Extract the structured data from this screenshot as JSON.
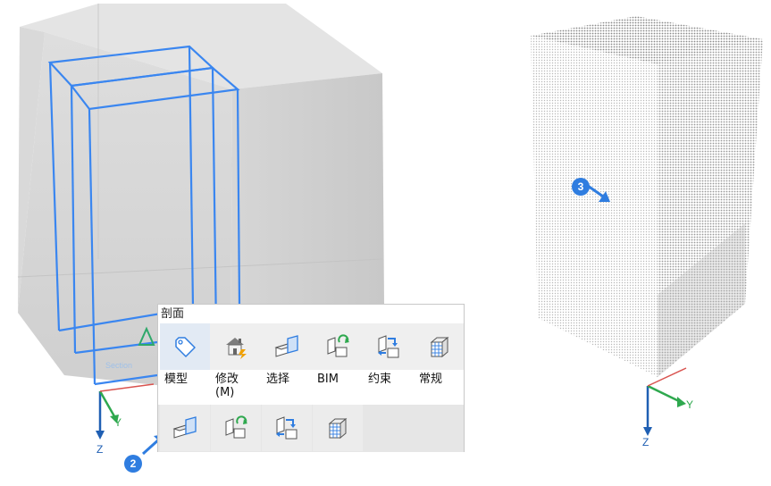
{
  "panel": {
    "title": "剖面",
    "categories": [
      {
        "label": "模型",
        "icon": "tag-icon"
      },
      {
        "label": "修改\n(M)",
        "icon": "house-lightning-icon"
      },
      {
        "label": "选择",
        "icon": "section-plane-icon"
      },
      {
        "label": "BIM",
        "icon": "section-refresh-icon"
      },
      {
        "label": "约束",
        "icon": "section-flip-icon"
      },
      {
        "label": "常规",
        "icon": "grid-box-icon"
      }
    ],
    "tools": [
      {
        "icon": "section-plane-icon"
      },
      {
        "icon": "section-refresh-icon"
      },
      {
        "icon": "section-flip-icon"
      },
      {
        "icon": "grid-box-icon"
      }
    ]
  },
  "callouts": {
    "left": "2",
    "right": "3"
  },
  "axes": {
    "left": {
      "y": "Y",
      "z": "Z"
    },
    "right": {
      "y": "Y",
      "z": "Z"
    }
  },
  "colors": {
    "accent": "#2f7de0",
    "section_outline": "#3a86f0",
    "panel_highlight": "#e2eaf4"
  }
}
